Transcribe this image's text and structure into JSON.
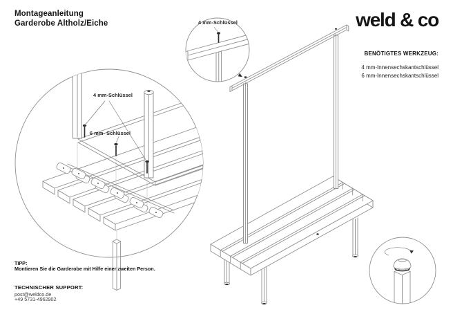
{
  "document": {
    "title_line1": "Montageanleitung",
    "title_line2": "Garderobe Altholz/Eiche"
  },
  "brand": {
    "logo_text": "weld & co"
  },
  "tools": {
    "heading": "BENÖTIGTES WERKZEUG:",
    "items": [
      "4 mm-Innensechskantschlüssel",
      "6 mm-Innensechskantschlüssel"
    ]
  },
  "callouts": {
    "rail_joint_label": "4 mm-Schlüssel",
    "frame_post_label": "4 mm-Schlüssel",
    "frame_seat_label": "6 mm- Schlüssel"
  },
  "tip": {
    "heading": "TIPP:",
    "text": "Montieren Sie die Garderobe mit Hilfe einer zweiten Person."
  },
  "support": {
    "heading": "TECHNISCHER SUPPORT:",
    "email": "post@weldco.de",
    "phone": "+49 5731-4962902"
  },
  "colors": {
    "background": "#ffffff",
    "line": "#8f8f8f",
    "text": "#1a1a1a",
    "accent_dark": "#2f2f2f"
  }
}
